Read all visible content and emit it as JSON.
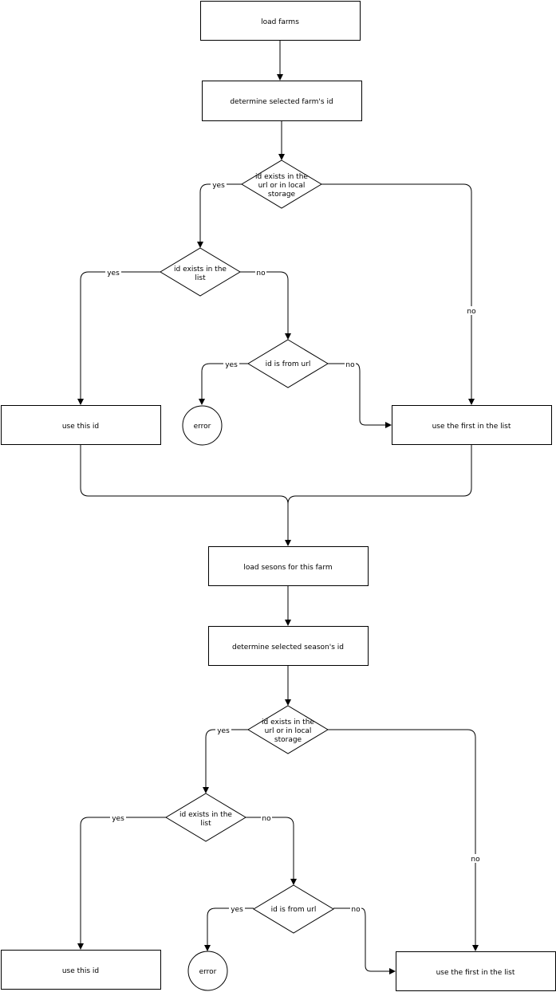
{
  "nodes": {
    "load_farms": "load farms",
    "determine_farm_id": "determine selected farm's id",
    "farm_id_exists_store": [
      "id exists in the",
      "url or in local",
      "storage"
    ],
    "farm_id_in_list": [
      "id exists in the",
      "list"
    ],
    "farm_id_from_url": "id is from url",
    "farm_use_this_id": "use this id",
    "farm_error": "error",
    "farm_use_first": "use the first in the list",
    "load_seasons": "load sesons for this farm",
    "determine_season_id": "determine selected season's id",
    "season_id_exists_store": [
      "id exists in the",
      "url or in local",
      "storage"
    ],
    "season_id_in_list": [
      "id exists in the",
      "list"
    ],
    "season_id_from_url": "id is from url",
    "season_use_this_id": "use this id",
    "season_error": "error",
    "season_use_first": "use the first in the list"
  },
  "edge_labels": {
    "yes": "yes",
    "no": "no"
  }
}
